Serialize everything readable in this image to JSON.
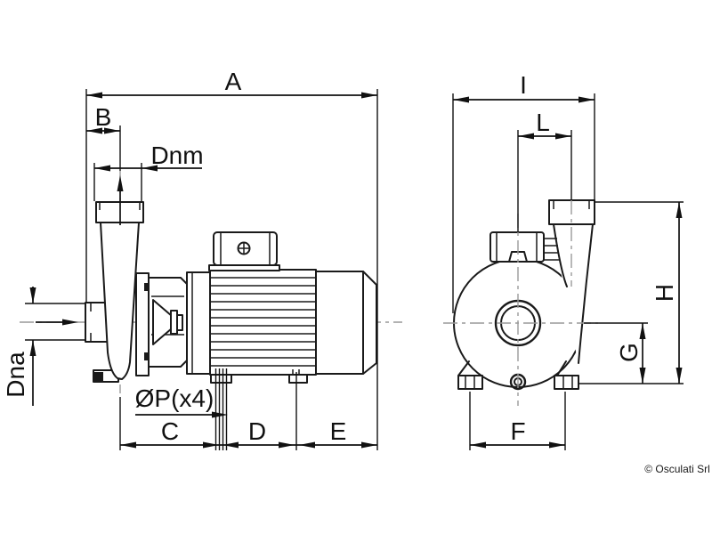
{
  "drawing": {
    "type": "technical dimensional drawing",
    "subject": "close-coupled centrifugal electric pump, side view and front view",
    "colors": {
      "ink": "#1a1a1a",
      "dimension": "#111111",
      "centerline": "#999999",
      "background": "#ffffff"
    },
    "side_view": {
      "dims": {
        "a": "A",
        "b": "B",
        "dnm": "Dnm",
        "dna": "Dna",
        "p": "ØP(x4)",
        "c": "C",
        "d": "D",
        "e": "E"
      }
    },
    "front_view": {
      "dims": {
        "i": "I",
        "l": "L",
        "h": "H",
        "g": "G",
        "f": "F"
      }
    },
    "footer": {
      "copyright": "© Osculati Srl"
    }
  }
}
